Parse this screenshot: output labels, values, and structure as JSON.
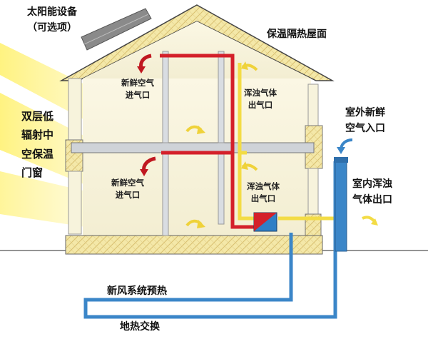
{
  "labels": {
    "solar": {
      "line1": "太阳能设备",
      "line2": "（可选项）"
    },
    "roof": "保温隔热屋面",
    "window": {
      "line1": "双层低",
      "line2": "辐射中",
      "line3": "空保温",
      "line4": "门窗"
    },
    "fresh_inlet_upper": {
      "line1": "新鲜空气",
      "line2": "进气口"
    },
    "fresh_inlet_lower": {
      "line1": "新鲜空气",
      "line2": "进气口"
    },
    "exhaust_upper": {
      "line1": "浑浊气体",
      "line2": "出气口"
    },
    "exhaust_lower": {
      "line1": "浑浊气体",
      "line2": "出气口"
    },
    "outdoor_intake": {
      "line1": "室外新鲜",
      "line2": "空气入口"
    },
    "indoor_outlet": {
      "line1": "室内浑浊",
      "line2": "气体出口"
    },
    "preheat": "新风系统预热",
    "geothermal": "地热交换"
  },
  "colors": {
    "fresh_air_duct": "#d4202a",
    "exhaust_duct": "#f3dc45",
    "ground_loop": "#3b86c8",
    "insulation": "#f4e8a8",
    "wall_light": "#f7f3dc",
    "floor_slab": "#cfd3d8",
    "sunlight": "#fff09a"
  }
}
